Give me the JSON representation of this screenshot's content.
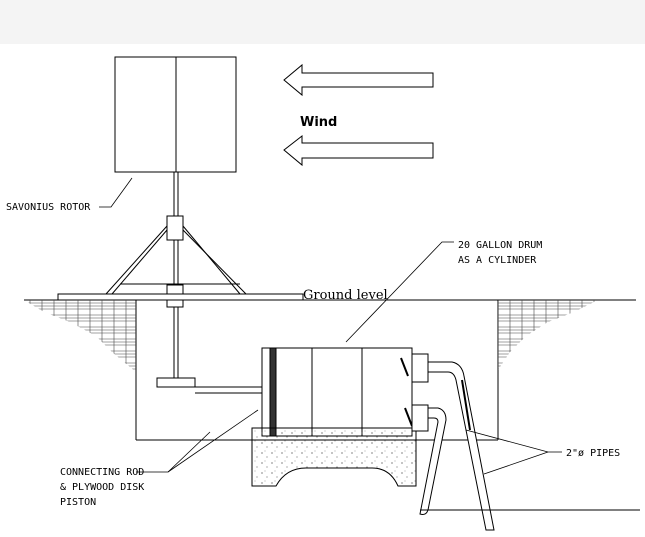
{
  "labels": {
    "wind": "Wind",
    "savonius_rotor": "SAVONIUS ROTOR",
    "drum_line1": "20 GALLON DRUM",
    "drum_line2": "AS A CYLINDER",
    "ground_level": "Ground level",
    "rod_line1": "CONNECTING ROD",
    "rod_line2": "& PLYWOOD DISK",
    "rod_line3": "PISTON",
    "pipes": "2\"ø PIPES"
  }
}
